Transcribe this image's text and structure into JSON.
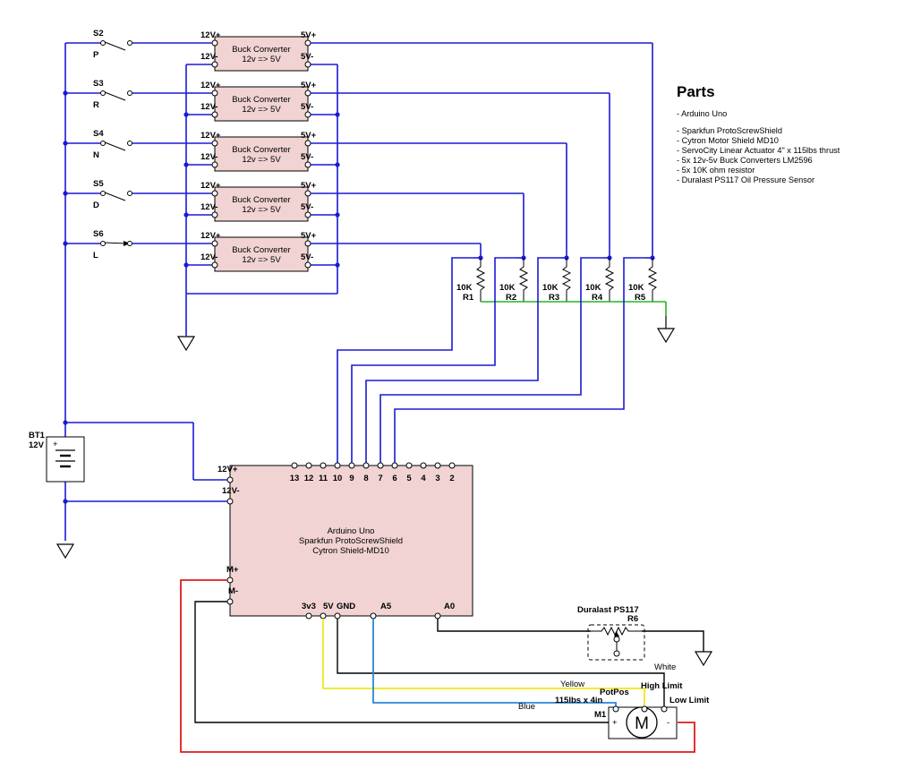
{
  "switches": [
    {
      "ref": "S2",
      "pos": "P"
    },
    {
      "ref": "S3",
      "pos": "R"
    },
    {
      "ref": "S4",
      "pos": "N"
    },
    {
      "ref": "S5",
      "pos": "D"
    },
    {
      "ref": "S6",
      "pos": "L"
    }
  ],
  "buck_converter": {
    "line1": "Buck Converter",
    "line2": "12v => 5V",
    "pin_in_pos": "12V+",
    "pin_in_neg": "12V-",
    "pin_out_pos": "5V+",
    "pin_out_neg": "5V-"
  },
  "resistors": [
    {
      "ref": "R1",
      "value": "10K"
    },
    {
      "ref": "R2",
      "value": "10K"
    },
    {
      "ref": "R3",
      "value": "10K"
    },
    {
      "ref": "R4",
      "value": "10K"
    },
    {
      "ref": "R5",
      "value": "10K"
    }
  ],
  "battery": {
    "ref": "BT1",
    "voltage": "12V",
    "plus": "+"
  },
  "arduino": {
    "line1": "Arduino Uno",
    "line2": "Sparkfun ProtoScrewShield",
    "line3": "Cytron Shield-MD10",
    "top_pins": [
      "13",
      "12",
      "11",
      "10",
      "9",
      "8",
      "7",
      "6",
      "5",
      "4",
      "3",
      "2"
    ],
    "left_pins": {
      "p12": "12V+",
      "n12": "12V-",
      "mp": "M+",
      "mn": "M-"
    },
    "bottom_pins": {
      "v33": "3v3",
      "v5": "5V",
      "gnd": "GND",
      "a5": "A5",
      "a0": "A0"
    }
  },
  "sensor": {
    "name": "Duralast PS117",
    "ref": "R6"
  },
  "motor": {
    "ref": "M1",
    "spec": "115lbs x 4in",
    "symbol": "M",
    "plus": "+",
    "minus": "-",
    "potpos": "PotPos",
    "high_limit": "High Limit",
    "low_limit": "Low Limit"
  },
  "wires": {
    "white": "White",
    "yellow": "Yellow",
    "blue": "Blue"
  },
  "parts": {
    "title": "Parts",
    "items": [
      "- Arduino Uno",
      "",
      "- Sparkfun ProtoScrewShield",
      "- Cytron Motor Shield MD10",
      "- ServoCity Linear Actuator 4\" x 115lbs thrust",
      "- 5x 12v-5v Buck Converters LM2596",
      "- 5x 10K ohm resistor",
      "- Duralast PS117 Oil Pressure Sensor"
    ]
  },
  "colors": {
    "signal_wire": "#1a1ad6",
    "ground_bus": "#22b522",
    "motor_plus": "#e01b1b",
    "potpos_wire": "#f0e81a",
    "limit_wire": "#2b87d6",
    "part_fill": "#f1d3d3"
  }
}
